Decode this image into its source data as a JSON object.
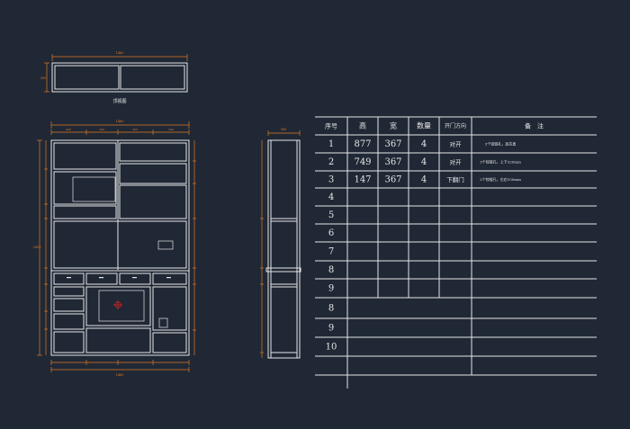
{
  "drawing": {
    "top_view_caption": "顶视图",
    "colors": {
      "background": "#202835",
      "line": "#e6e6e6",
      "dimension": "#e07a22",
      "marker": "#e02020"
    },
    "front_dims": {
      "overall_width": "1460",
      "top_segments": [
        "400",
        "340",
        "360",
        "340"
      ],
      "overall_height": "2450",
      "bottom_overall": "1460"
    },
    "top_dims": {
      "width": "1460",
      "depth": "350"
    },
    "side_dims": {
      "depth": "380"
    }
  },
  "table": {
    "headers": [
      "序号",
      "高",
      "宽",
      "数量",
      "开门方向",
      "备　注"
    ],
    "rows": [
      {
        "no": "1",
        "h": "877",
        "w": "367",
        "qty": "4",
        "dir": "对开",
        "note": "3个铰链孔，加拉直"
      },
      {
        "no": "2",
        "h": "749",
        "w": "367",
        "qty": "4",
        "dir": "对开",
        "note": "3个铰链孔，上下320mm"
      },
      {
        "no": "3",
        "h": "147",
        "w": "367",
        "qty": "4",
        "dir": "下翻门",
        "note": "2个铰链孔，左右100mm"
      },
      {
        "no": "4",
        "h": "",
        "w": "",
        "qty": "",
        "dir": "",
        "note": ""
      },
      {
        "no": "5",
        "h": "",
        "w": "",
        "qty": "",
        "dir": "",
        "note": ""
      },
      {
        "no": "6",
        "h": "",
        "w": "",
        "qty": "",
        "dir": "",
        "note": ""
      },
      {
        "no": "7",
        "h": "",
        "w": "",
        "qty": "",
        "dir": "",
        "note": ""
      },
      {
        "no": "8",
        "h": "",
        "w": "",
        "qty": "",
        "dir": "",
        "note": ""
      },
      {
        "no": "9",
        "h": "",
        "w": "",
        "qty": "",
        "dir": "",
        "note": ""
      },
      {
        "no": "8",
        "h": "",
        "w": "",
        "qty": "",
        "dir": "",
        "note": ""
      },
      {
        "no": "9",
        "h": "",
        "w": "",
        "qty": "",
        "dir": "",
        "note": ""
      },
      {
        "no": "10",
        "h": "",
        "w": "",
        "qty": "",
        "dir": "",
        "note": ""
      },
      {
        "no": "",
        "h": "",
        "w": "",
        "qty": "",
        "dir": "",
        "note": ""
      }
    ]
  }
}
